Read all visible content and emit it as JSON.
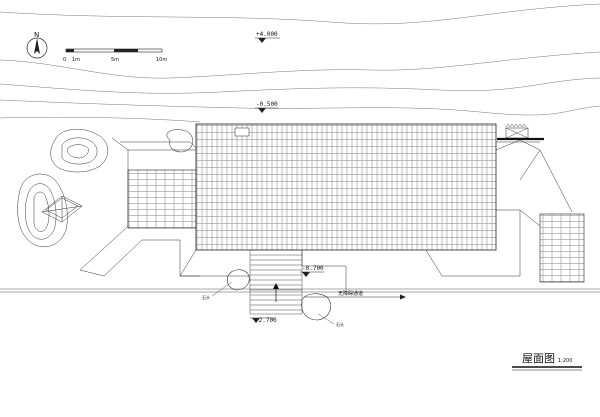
{
  "drawing": {
    "title": "屋面图",
    "scale_note": "1:200"
  },
  "north_arrow": {
    "label": "N"
  },
  "scale_bar": {
    "ticks": [
      "0",
      "1m",
      "5m",
      "10m"
    ]
  },
  "elevations": {
    "top": "+4.000",
    "upper": "-0.500",
    "mid": "-0.700",
    "bottom": "-2.700"
  },
  "annotations": {
    "barrier_free_path": "无障碍通道",
    "rock_left": "石头",
    "rock_right": "石头"
  }
}
